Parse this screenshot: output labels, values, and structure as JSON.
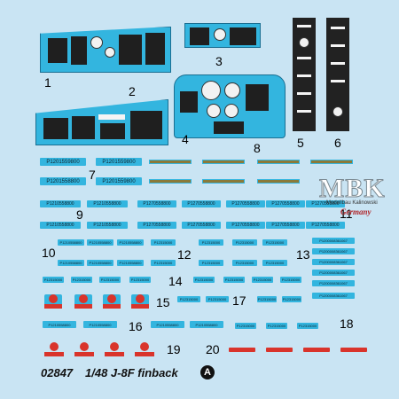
{
  "sheet": {
    "part_numbers": [
      "1",
      "2",
      "3",
      "4",
      "5",
      "6",
      "7",
      "8",
      "9",
      "10",
      "11",
      "12",
      "13",
      "14",
      "15",
      "16",
      "17",
      "18",
      "19",
      "20"
    ],
    "serial_p12015": "P1201559800",
    "serial_p12015b": "P1201558800",
    "serial_p12105": "P1210558800",
    "serial_p12705": "P1270558800",
    "serial_p12000": "P1200008361067",
    "small_code": "P12315000",
    "colors": {
      "decal_blue": "#33b5df",
      "sheet_bg": "#c9e4f3",
      "accent_red": "#d9342b"
    }
  },
  "footer": {
    "code": "02847",
    "title": "1/48 J-8F finback",
    "sheet_letter": "A"
  },
  "logo": {
    "letters": "MBK",
    "subtitle": "Modellbau Kalinowski",
    "country": "Germany"
  }
}
